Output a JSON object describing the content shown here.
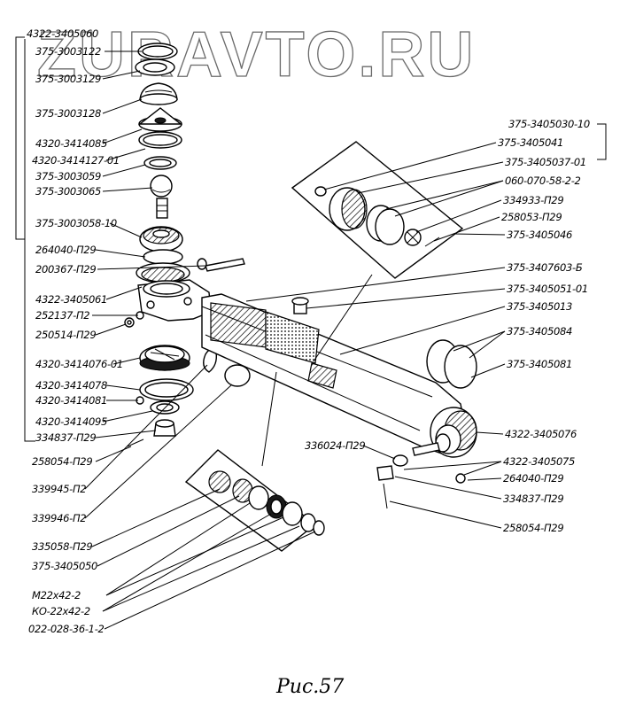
{
  "watermark": "ZURAVTO.RU",
  "caption": "Рис.57",
  "labels": {
    "l01": "4322-3405060",
    "l02": "375-3003122",
    "l03": "375-3003129",
    "l04": "375-3003128",
    "l05": "4320-3414085",
    "l06": "4320-3414127-01",
    "l07": "375-3003059",
    "l08": "375-3003065",
    "l09": "375-3003058-10",
    "l10": "264040-П29",
    "l11": "200367-П29",
    "l12": "4322-3405061",
    "l13": "252137-П2",
    "l14": "250514-П29",
    "l15": "4320-3414076-01",
    "l16": "4320-3414078",
    "l17": "4320-3414081",
    "l18": "4320-3414095",
    "l19": "334837-П29",
    "l20": "258054-П29",
    "l21": "339945-П2",
    "l22": "339946-П2",
    "l23": "335058-П29",
    "l24": "375-3405050",
    "l25": "М22х42-2",
    "l26": "КО-22х42-2",
    "l27": "022-028-36-1-2",
    "r01": "375-3405030-10",
    "r02": "375-3405041",
    "r03": "375-3405037-01",
    "r04": "060-070-58-2-2",
    "r05": "334933-П29",
    "r06": "258053-П29",
    "r07": "375-3405046",
    "r08": "375-3407603-Б",
    "r09": "375-3405051-01",
    "r10": "375-3405013",
    "r11": "375-3405084",
    "r12": "375-3405081",
    "r13": "4322-3405076",
    "r14": "336024-П29",
    "r15": "4322-3405075",
    "r16": "264040-П29",
    "r17": "334837-П29",
    "r18": "258054-П29"
  }
}
